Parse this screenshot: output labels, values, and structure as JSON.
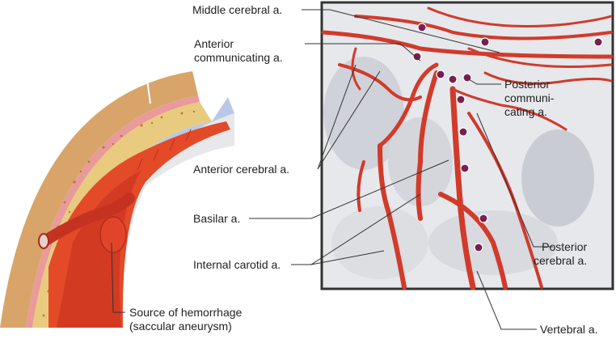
{
  "labels": {
    "middle_cerebral": "Middle cerebral a.",
    "anterior_communicating": "Anterior\ncommunicating a.",
    "posterior_communicating": "Posterior\ncommuni-\ncating a.",
    "anterior_cerebral": "Anterior cerebral a.",
    "basilar": "Basilar a.",
    "internal_carotid": "Internal carotid a.",
    "posterior_cerebral": "Posterior\ncerebral a.",
    "vertebral": "Vertebral a.",
    "hemorrhage_source": "Source of hemorrhage\n(saccular aneurysm)"
  },
  "colors": {
    "artery": "#d23a2a",
    "artery_dark": "#a8261a",
    "aneurysm": "#7a1f4f",
    "bone": "#e6c87e",
    "scalp": "#d8a46a",
    "panel_bg": "#e4e6ea",
    "frame": "#333333",
    "leader": "#333333"
  },
  "icons": [
    "cross-section-illustration",
    "arterial-circle-illustration",
    "aneurysm-dot"
  ]
}
